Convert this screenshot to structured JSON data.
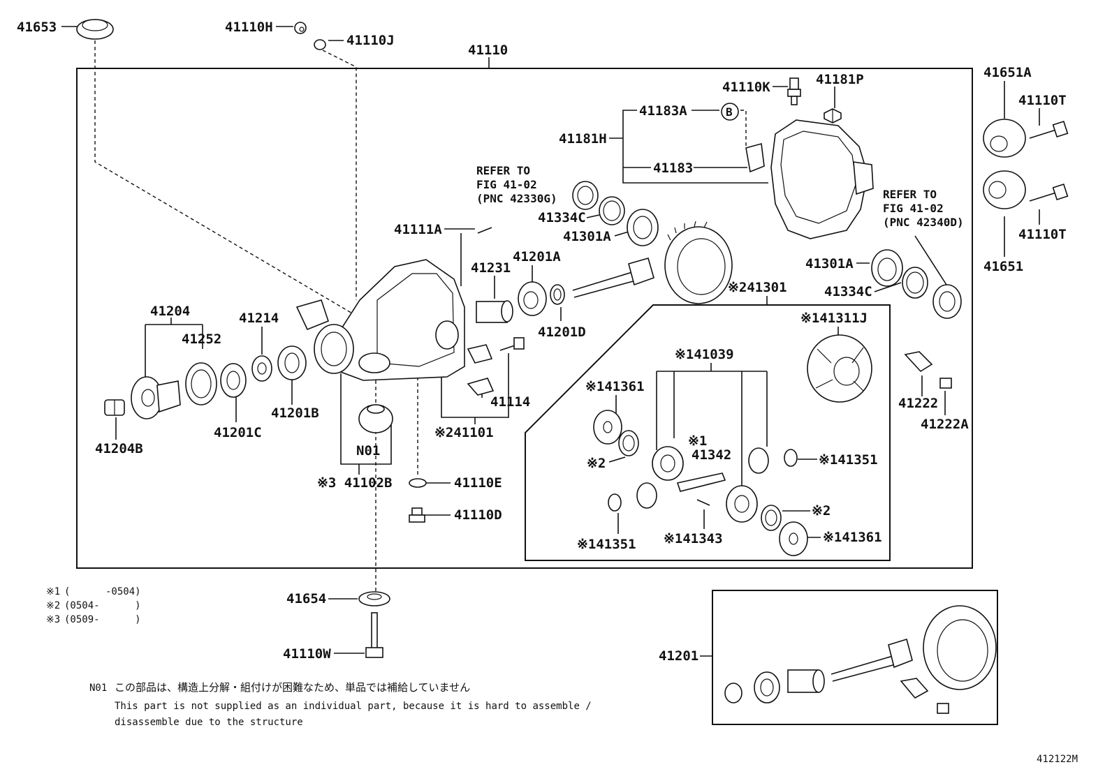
{
  "labels": {
    "p41653": "41653",
    "p41110H": "41110H",
    "p41110J": "41110J",
    "p41110": "41110",
    "p41110K": "41110K",
    "p41181P": "41181P",
    "p41183A": "41183A",
    "circle_b": "B",
    "p41181H": "41181H",
    "p41183": "41183",
    "p41651A": "41651A",
    "p41110T_1": "41110T",
    "p41110T_2": "41110T",
    "p41651": "41651",
    "refer_left_1": "REFER TO",
    "refer_left_2": "FIG 41-02",
    "refer_left_3": "(PNC 42330G)",
    "refer_right_1": "REFER TO",
    "refer_right_2": "FIG 41-02",
    "refer_right_3": "(PNC 42340D)",
    "p41334C_a": "41334C",
    "p41301A_a": "41301A",
    "p41111A": "41111A",
    "p41231": "41231",
    "p41201A": "41201A",
    "p41301A_b": "41301A",
    "p41334C_b": "41334C",
    "p41301": "※241301",
    "p41201D": "41201D",
    "p41204": "41204",
    "p41214": "41214",
    "p41252": "41252",
    "p41311J": "※141311J",
    "p41039": "※141039",
    "p41361_a": "※141361",
    "p41114": "41114",
    "p41222": "41222",
    "p41222A": "41222A",
    "p41201C": "41201C",
    "p41201B": "41201B",
    "p41204B": "41204B",
    "p41101": "※241101",
    "n01_label": "N01",
    "star2_a": "※2",
    "star1_a": "※1",
    "p41342": "41342",
    "p41351_a": "※141351",
    "p41102B": "※3 41102B",
    "p41110E": "41110E",
    "p41110D": "41110D",
    "star2_b": "※2",
    "p41351_b": "※141351",
    "p41343": "※141343",
    "p41361_b": "※141361",
    "p41654": "41654",
    "p41110W": "41110W",
    "p41201": "41201",
    "fig_code": "412122M"
  },
  "legend": [
    {
      "mark": "※1",
      "range": "(      -0504)"
    },
    {
      "mark": "※2",
      "range": "(0504-      )"
    },
    {
      "mark": "※3",
      "range": "(0509-      )"
    }
  ],
  "footnote": {
    "code": "N01",
    "jp": "この部品は、構造上分解・組付けが困難なため、単品では補給していません",
    "en_line1": "This part is not supplied as an individual part, because it is hard to assemble /",
    "en_line2": "disassemble due to the structure"
  }
}
